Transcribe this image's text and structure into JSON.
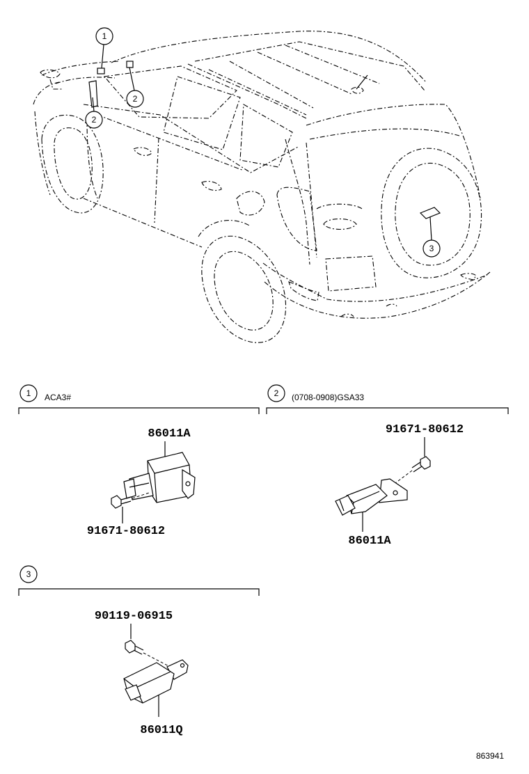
{
  "overview": {
    "callouts": [
      "1",
      "2",
      "2",
      "3"
    ]
  },
  "sections": [
    {
      "number": "1",
      "condition": "ACA3#",
      "bracket_part": "86011A",
      "bolt_part": "91671-80612"
    },
    {
      "number": "2",
      "condition": "(0708-0908)GSA33",
      "bracket_part": "86011A",
      "bolt_part": "91671-80612"
    },
    {
      "number": "3",
      "condition": "",
      "bracket_part": "86011Q",
      "bolt_part": "90119-06915"
    }
  ],
  "illustration_id": "863941"
}
